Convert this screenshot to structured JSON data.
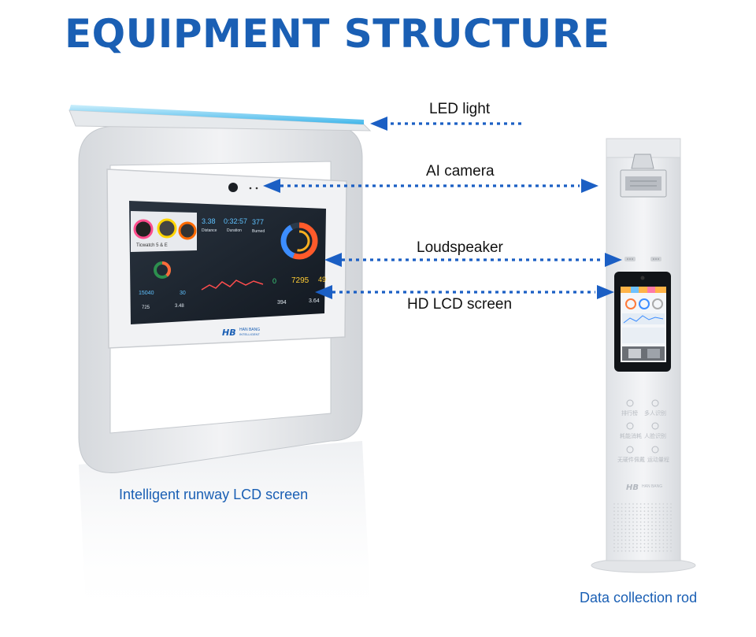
{
  "title": "EQUIPMENT STRUCTURE",
  "callouts": {
    "led_light": "LED light",
    "ai_camera": "AI camera",
    "loudspeaker": "Loudspeaker",
    "hd_lcd_screen": "HD LCD screen"
  },
  "captions": {
    "runway_screen": "Intelligent runway LCD screen",
    "collection_rod": "Data collection rod"
  },
  "screen_ui": {
    "watch_label": "Ticwatch 5 & E",
    "stat_1": "3.38",
    "stat_2": "0:32:57",
    "stat_3": "377",
    "stat_label_1": "Distance",
    "stat_label_2": "Duration",
    "stat_label_3": "Burned",
    "num_1": "15040",
    "num_2": "30",
    "num_3": "0",
    "num_4": "7295",
    "num_5": "49",
    "num_6": "394",
    "num_7": "3.64",
    "num_8": "725",
    "num_9": "3.48",
    "brand": "HB",
    "brand_sub": "HAN BANG",
    "brand_sub2": "INTELLIGENT"
  },
  "rod_ui": {
    "menu": [
      "排行榜",
      "多人识别",
      "耗能消耗",
      "人脸识别",
      "无硬件佩戴",
      "运动量程"
    ],
    "brand": "HB",
    "brand_sub": "HAN BANG"
  },
  "colors": {
    "brand_blue": "#1a5fb4",
    "arrow_blue": "#1b5fc4",
    "frame_white": "#e8eaed",
    "led_cyan": "#7fd6f5"
  }
}
